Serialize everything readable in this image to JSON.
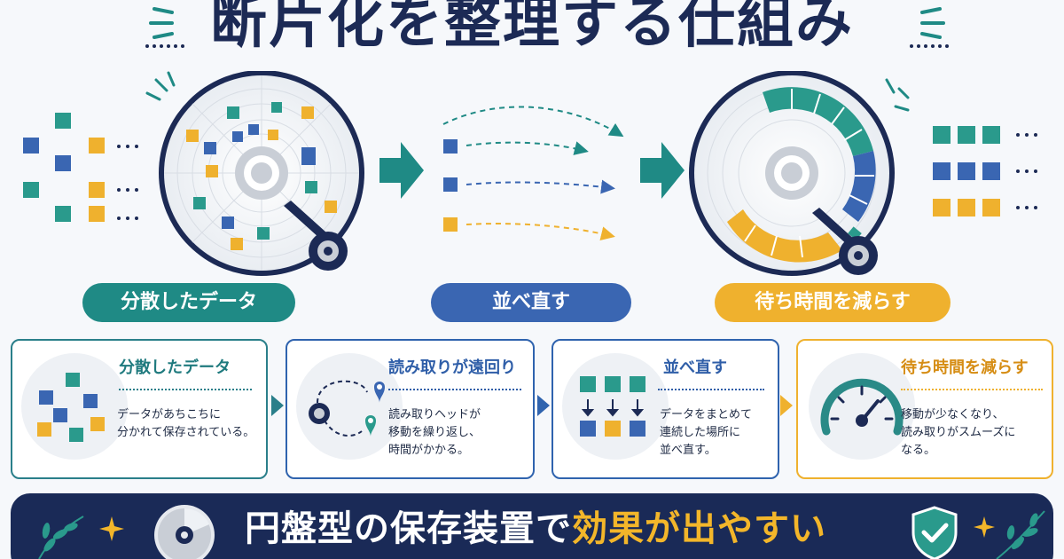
{
  "title": "断片化を整理する仕組み",
  "stages": [
    {
      "label": "分散したデータ",
      "color": "#1f8a85"
    },
    {
      "label": "並べ直す",
      "color": "#3a66b2"
    },
    {
      "label": "待ち時間を減らす",
      "color": "#efb12e"
    }
  ],
  "steps": [
    {
      "title": "分散したデータ",
      "body": "データがあちこちに\n分かれて保存されている。"
    },
    {
      "title": "読み取りが遠回り",
      "body": "読み取りヘッドが\n移動を繰り返し、\n時間がかかる。"
    },
    {
      "title": "並べ直す",
      "body": "データをまとめて\n連続した場所に\n並べ直す。"
    },
    {
      "title": "待ち時間を減らす",
      "body": "移動が少なくなり、\n読み取りがスムーズに\nなる。"
    }
  ],
  "banner": {
    "text_main": "円盤型の保存装置で",
    "text_highlight": "効果が出やすい"
  },
  "colors": {
    "navy": "#1c2a55",
    "teal": "#1f8a85",
    "blue": "#3a66b2",
    "amber": "#efb12e"
  },
  "icons": [
    "sparkle-icon",
    "disk-icon",
    "arrow-right-icon",
    "map-pin-icon",
    "speedometer-icon",
    "shield-check-icon",
    "leaf-icon",
    "star-icon"
  ]
}
